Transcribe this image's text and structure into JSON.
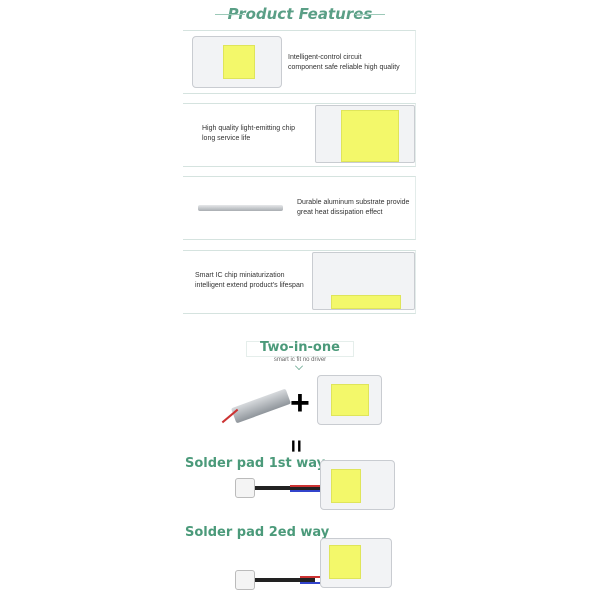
{
  "header": {
    "title": "Product Features"
  },
  "features": [
    {
      "line1": "Intelligent-control circuit",
      "line2": "component safe reliable high quality"
    },
    {
      "line1": "High quality light-emitting chip",
      "line2": "long service life"
    },
    {
      "line1": "Durable aluminum substrate provide",
      "line2": "great heat dissipation effect"
    },
    {
      "line1": "Smart IC chip miniaturization",
      "line2": "intelligent extend product's lifespan"
    }
  ],
  "two_in_one": {
    "title": "Two-in-one",
    "subtitle": "smart ic fit no driver",
    "plus": "+",
    "equals": "="
  },
  "solder": [
    {
      "label": "Solder pad 1st way"
    },
    {
      "label": "Solder pad 2ed way"
    }
  ],
  "colors": {
    "accent": "#5a9f86",
    "led": "#f3f86a"
  }
}
